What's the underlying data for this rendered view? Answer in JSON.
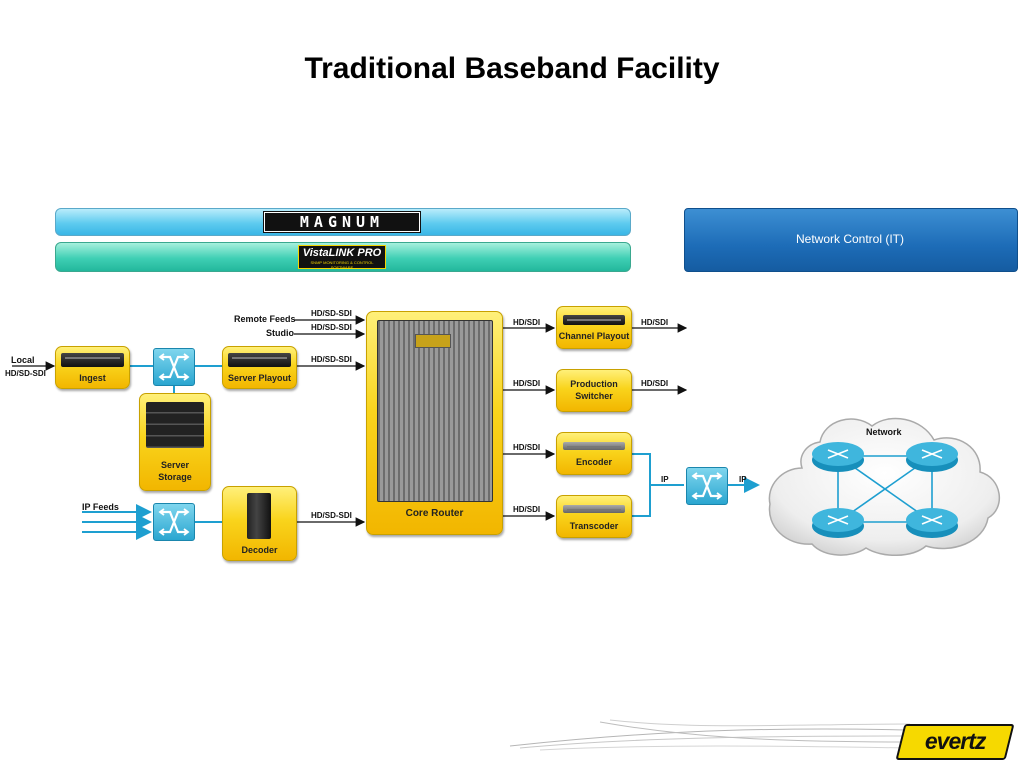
{
  "title": "Traditional Baseband Facility",
  "top_bars": {
    "magnum_logo": "MAGNUM",
    "vistalink_logo": "VistaLINK PRO",
    "vistalink_sub": "SNMP MONITORING & CONTROL SOFTWARE",
    "network_control": "Network Control (IT)"
  },
  "inputs": {
    "local": "Local",
    "local_format": "HD/SD-SDI",
    "remote_feeds": "Remote Feeds",
    "studio": "Studio",
    "ip_feeds": "IP Feeds"
  },
  "boxes": {
    "ingest": "Ingest",
    "server_playout": "Server Playout",
    "server_storage_1": "Server",
    "server_storage_2": "Storage",
    "decoder": "Decoder",
    "core_router": "Core Router",
    "channel_playout": "Channel Playout",
    "production_switcher_1": "Production",
    "production_switcher_2": "Switcher",
    "encoder": "Encoder",
    "transcoder": "Transcoder"
  },
  "signal_labels": {
    "hd_sd_sdi_remote": "HD/SD-SDI",
    "hd_sd_sdi_studio": "HD/SD-SDI",
    "hd_sd_sdi_playout": "HD/SD-SDI",
    "hd_sd_sdi_decoder": "HD/SD-SDI",
    "hd_sdi_channel_in": "HD/SDI",
    "hd_sdi_channel_out": "HD/SDI",
    "hd_sdi_switcher_in": "HD/SDI",
    "hd_sdi_switcher_out": "HD/SDI",
    "hd_sdi_encoder_in": "HD/SDI",
    "hd_sdi_transcoder_in": "HD/SDI",
    "ip_to_switch": "IP",
    "ip_to_network": "IP"
  },
  "network": "Network",
  "brand": "evertz",
  "colors": {
    "box_yellow": "#f9d41c",
    "switch_blue": "#2aa6d0",
    "link_blue": "#1e9fd0",
    "network_control_blue": "#1d6cb7"
  }
}
